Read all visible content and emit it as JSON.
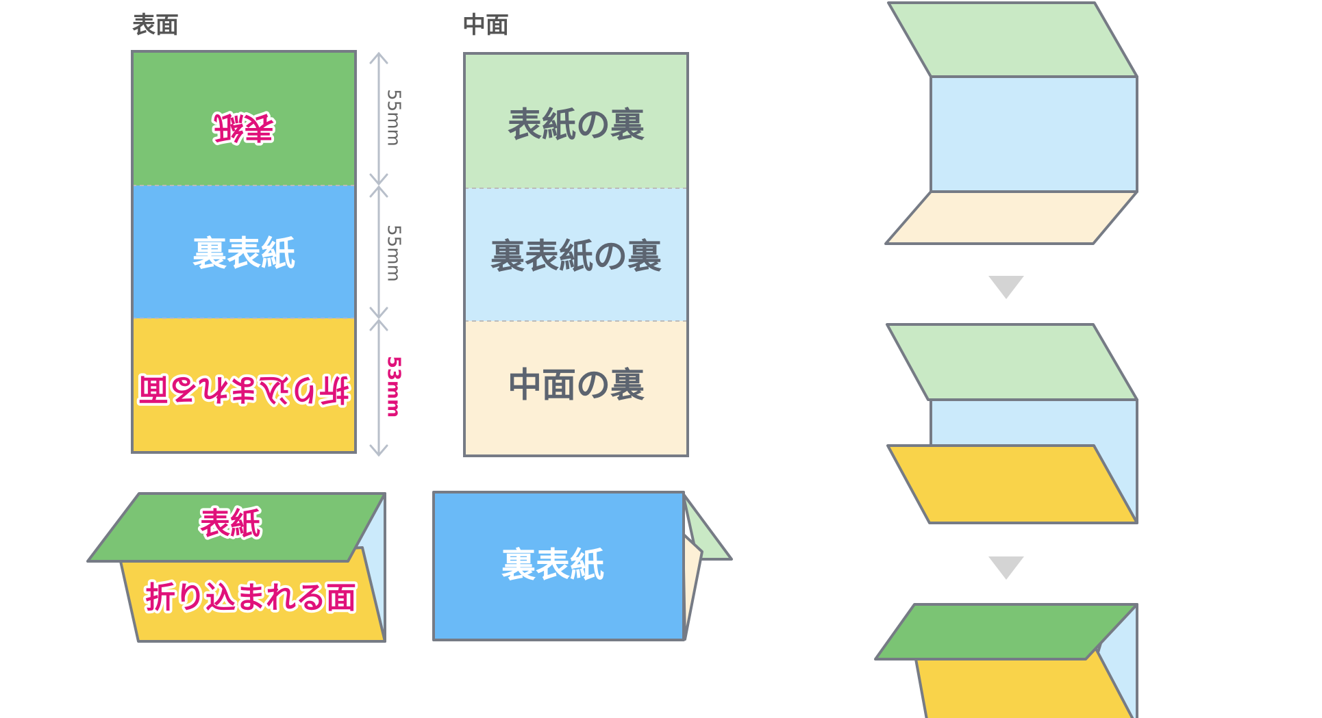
{
  "headings": {
    "front_side": "表面",
    "inner_side": "中面"
  },
  "front_panels": {
    "cover": "表紙",
    "back_cover": "裏表紙",
    "folded_in": "折り込まれる面"
  },
  "dimensions": {
    "top": "55mm",
    "middle": "55mm",
    "bottom": "53mm"
  },
  "inner_panels": {
    "cover_back": "表紙の裏",
    "back_cover_back": "裏表紙の裏",
    "inner_back": "中面の裏"
  },
  "folded_views": {
    "cover": "表紙",
    "folded_in": "折り込まれる面",
    "back_cover": "裏表紙"
  },
  "colors": {
    "cover_green": "#7bc474",
    "back_blue": "#6abaf7",
    "fold_yellow": "#f9d34a",
    "pale_green": "#c9e9c5",
    "pale_blue": "#cbeafb",
    "pale_cream": "#fdf0d6",
    "outline": "#767b85",
    "accent_pink": "#e0117a",
    "arrow_grey": "#d4d4d4"
  },
  "icons": [
    "down-arrow-icon",
    "double-arrow-icon"
  ]
}
